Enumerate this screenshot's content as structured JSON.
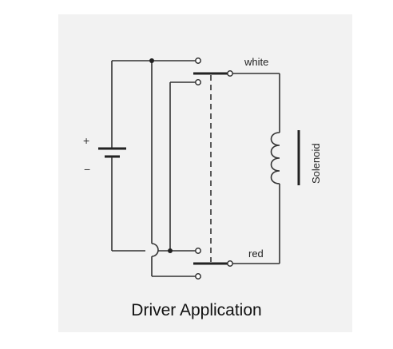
{
  "diagram": {
    "battery": {
      "plus": "+",
      "minus": "−"
    },
    "labels": {
      "white": "white",
      "red": "red",
      "solenoid": "Solenoid"
    },
    "caption": "Driver Application"
  }
}
